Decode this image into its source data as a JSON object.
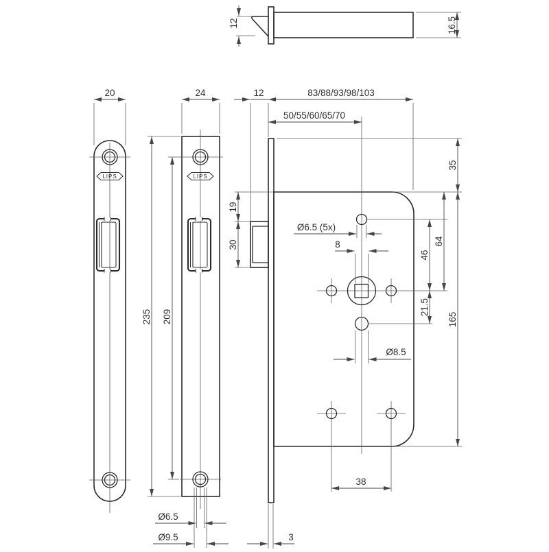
{
  "brand": "LIPS",
  "colors": {
    "line": "#2b2b2b",
    "dim_line": "#474747",
    "background": "#ffffff"
  },
  "drawing_type": "mortise-lock-technical-drawing",
  "dims": {
    "bolt_width_top": "12",
    "case_thickness": "16.5",
    "plate_rounded_width": "20",
    "plate_square_width": "24",
    "plate_length": "235",
    "screw_spacing": "209",
    "bolt_projection": "12",
    "case_depth_options": "83/88/93/98/103",
    "backset_options": "50/55/60/65/70",
    "plate_top_to_case": "35",
    "case_height": "165",
    "case_top_to_spindle": "64",
    "top_hole_to_spindle": "46",
    "spindle_to_cyl": "21.5",
    "case_top_to_bolt": "19",
    "bolt_height": "30",
    "mount_holes": "Ø6.5 (5x)",
    "spindle_square": "8",
    "cyl_hole": "Ø8.5",
    "bottom_hole_spacing": "38",
    "screw_hole_dia": "Ø6.5",
    "countersink_dia": "Ø9.5",
    "faceplate_thickness": "3"
  }
}
